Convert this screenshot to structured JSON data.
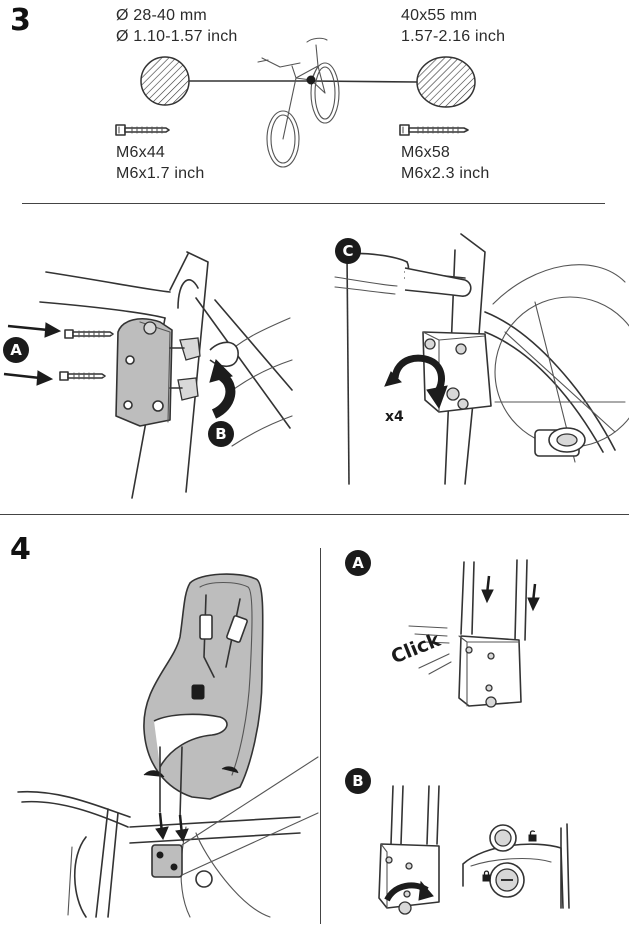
{
  "step3": {
    "number": "3",
    "left_spec": {
      "line1": "Ø 28-40 mm",
      "line2": "Ø 1.10-1.57 inch"
    },
    "right_spec": {
      "line1": "40x55 mm",
      "line2": "1.57-2.16 inch"
    },
    "left_screw": {
      "line1": "M6x44",
      "line2": "M6x1.7 inch"
    },
    "right_screw": {
      "line1": "M6x58",
      "line2": "M6x2.3 inch"
    },
    "panel_a": {
      "badge": "A",
      "badge_b": "B"
    },
    "panel_c": {
      "badge": "C",
      "count": "x4"
    }
  },
  "step4": {
    "number": "4",
    "panel_a": {
      "badge": "A",
      "sound": "Click"
    },
    "panel_b": {
      "badge": "B"
    }
  },
  "icons": [
    "pattern-hatched-circle",
    "pattern-hatched-oval",
    "bicycle-illustration",
    "screw-icon",
    "arrow-icon",
    "lock-icon",
    "unlock-icon"
  ]
}
